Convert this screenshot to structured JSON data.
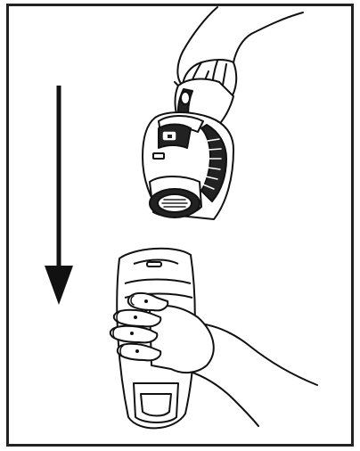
{
  "figure": {
    "depicts": [
      "down-arrow",
      "hand-holding-handheld-vacuum",
      "hand-holding-wall-mount-bracket"
    ],
    "colors": {
      "line": "#111111",
      "fill_dark": "#222222",
      "fill_light": "#ffffff",
      "frame": "#222222"
    }
  }
}
